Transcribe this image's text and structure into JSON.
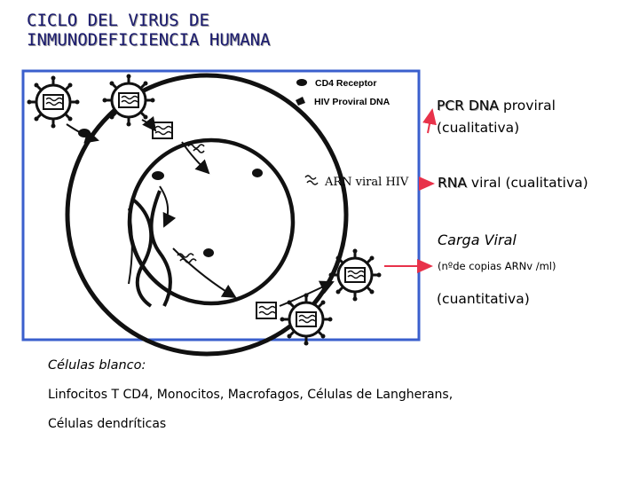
{
  "title": {
    "line1": "CICLO DEL VIRUS DE",
    "line2": "INMUNODEFICIENCIA HUMANA"
  },
  "legend": {
    "cd4_receptor": "CD4 Receptor",
    "hiv_proviral_dna": "HIV Proviral DNA",
    "arn_viral": "ARN viral HIV"
  },
  "annotations": {
    "pcr_dna_1": "PCR DNA",
    "pcr_dna_2": "proviral",
    "pcr_dna_3": "(cualitativa)",
    "rna_1": "RNA",
    "rna_2": "viral (cualitativa)",
    "carga_viral": "Carga Viral",
    "copias": "(nºde copias ARNv /ml)",
    "cuantitativa": "(cuantitativa)"
  },
  "footer": {
    "celulas_blanco": "Células blanco:",
    "linea1": "Linfocitos T CD4, Monocitos,  Macrofagos, Células de Langherans,",
    "linea2": "Células dendríticas"
  },
  "colors": {
    "frame": "#3a5fcd",
    "arrow": "#e8324a",
    "title": "#1a1a6e"
  }
}
